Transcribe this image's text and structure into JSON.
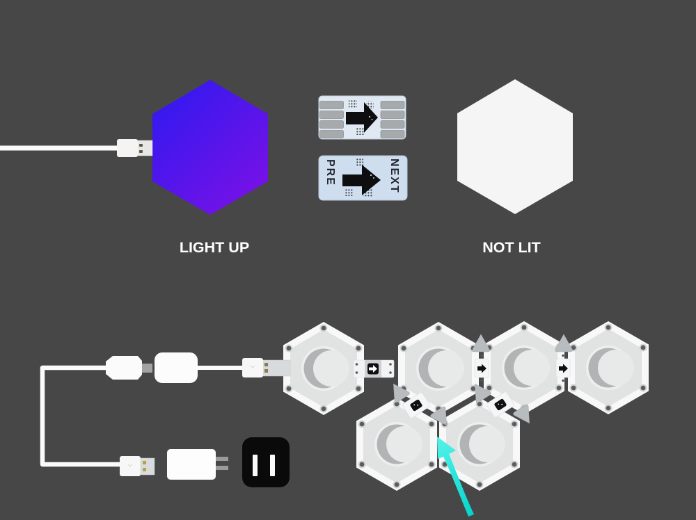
{
  "background_color": "#474747",
  "labels": {
    "light_up": "LIGHT UP",
    "not_lit": "NOT LIT"
  },
  "connector_card": {
    "pre": "PRE",
    "next": "NEXT"
  },
  "colors": {
    "background": "#474747",
    "lit_hex_start": "#2b1af0",
    "lit_hex_end": "#7a11e6",
    "unlit_hex": "#f5f5f6",
    "module_border": "#f8f8f8",
    "module_face": "#e1e2e2",
    "card_front": "#dfe8f3",
    "card_back": "#cfdeee",
    "pad_gray": "#a6aaad",
    "arrow_black": "#0e0e10",
    "cable_white": "#fbfbfb",
    "outlet_black": "#0a0a0a",
    "highlight_arrow_start": "#55f3e9",
    "highlight_arrow_end": "#06d5cc"
  },
  "icons": {
    "card_front_arrow": "right-arrow-icon",
    "card_back_arrow": "right-arrow-icon",
    "module_link": "usb-link-arrow-icon",
    "module_chip": "micro-usb-chip-icon",
    "highlight": "cyan-curved-arrow-icon"
  }
}
